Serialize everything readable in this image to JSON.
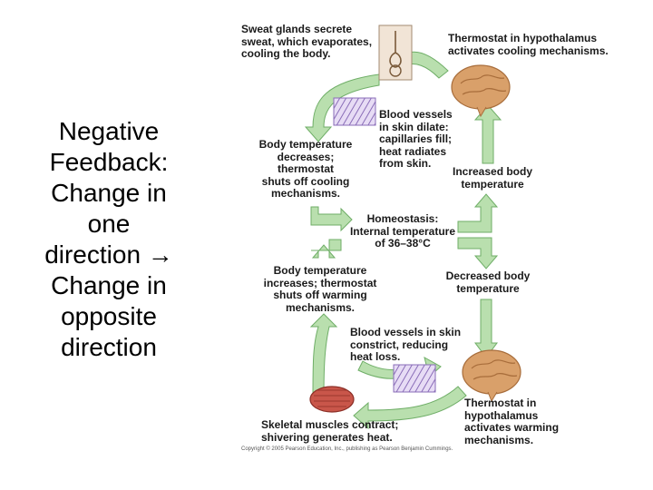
{
  "slide": {
    "text_lines": [
      "Negative",
      "Feedback:",
      "Change in",
      "one",
      "direction →",
      "Change in",
      "opposite",
      "direction"
    ]
  },
  "diagram": {
    "sweat": [
      "Sweat glands secrete",
      "sweat, which evaporates,",
      "cooling the body."
    ],
    "thermostat_cool": [
      "Thermostat in hypothalamus",
      "activates cooling mechanisms."
    ],
    "vessels_dilate": [
      "Blood vessels",
      "in skin dilate:",
      "capillaries fill;",
      "heat radiates",
      "from skin."
    ],
    "temp_decreases": [
      "Body temperature",
      "decreases;",
      "thermostat",
      "shuts off cooling",
      "mechanisms."
    ],
    "increased_temp": [
      "Increased body",
      "temperature"
    ],
    "homeostasis": [
      "Homeostasis:",
      "Internal temperature",
      "of 36–38°C"
    ],
    "temp_increases": [
      "Body temperature",
      "increases; thermostat",
      "shuts off warming",
      "mechanisms."
    ],
    "decreased_temp": [
      "Decreased body",
      "temperature"
    ],
    "vessels_constrict": [
      "Blood vessels in skin",
      "constrict, reducing",
      "heat loss."
    ],
    "thermostat_warm": [
      "Thermostat in",
      "hypothalamus",
      "activates warming",
      "mechanisms."
    ],
    "muscles": [
      "Skeletal muscles contract;",
      "shivering generates heat."
    ],
    "credit": "Copyright © 2005 Pearson Education, Inc., publishing as Pearson Benjamin Cummings."
  },
  "colors": {
    "arrow_fill": "#b9dfae",
    "arrow_stroke": "#6fae67",
    "brain": "#d9a06a",
    "vessel": "#c7b8e6",
    "muscle": "#c9564a"
  }
}
